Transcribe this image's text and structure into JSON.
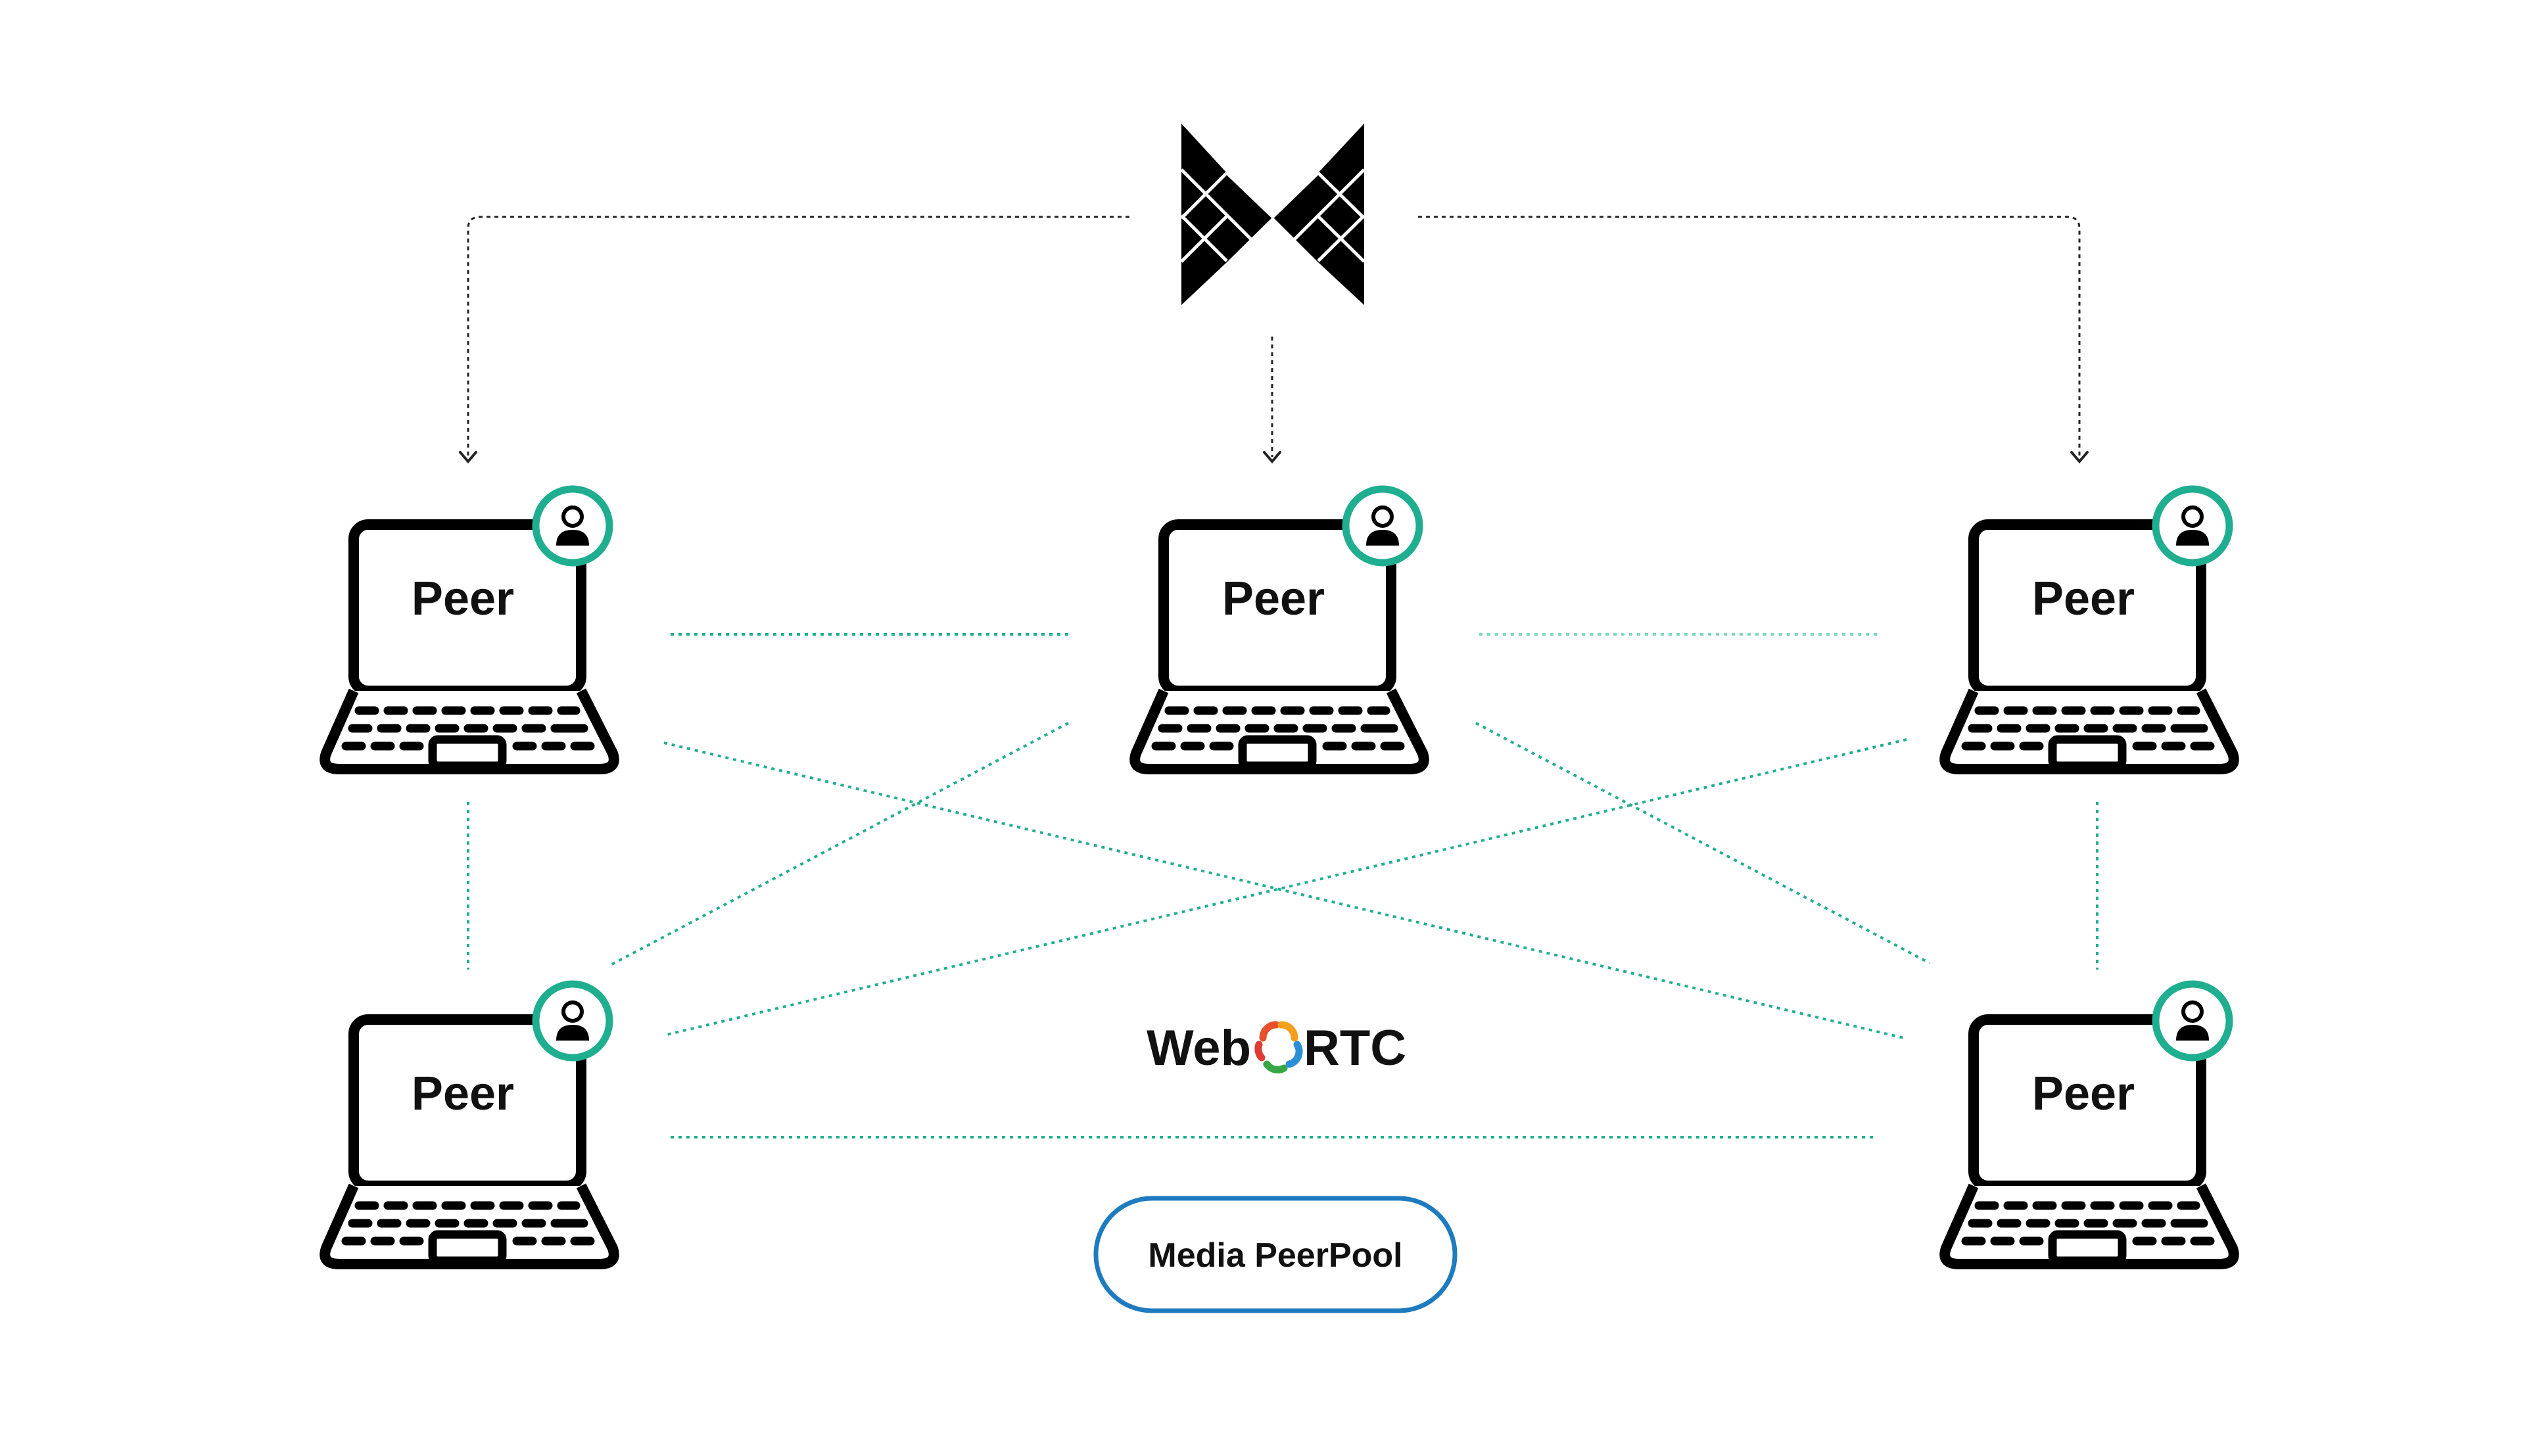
{
  "diagram": {
    "logo_icon": "m-logo-icon",
    "peers": [
      {
        "label": "Peer",
        "icon": "user-icon"
      },
      {
        "label": "Peer",
        "icon": "user-icon"
      },
      {
        "label": "Peer",
        "icon": "user-icon"
      },
      {
        "label": "Peer",
        "icon": "user-icon"
      },
      {
        "label": "Peer",
        "icon": "user-icon"
      }
    ],
    "webrtc": {
      "left": "Web",
      "right": "RTC",
      "icon": "webrtc-logo-icon"
    },
    "media_pool": {
      "label": "Media PeerPool"
    },
    "colors": {
      "signaling_line": "#222222",
      "p2p_line": "#1fae8f",
      "avatar_ring": "#1fae8f",
      "pool_border": "#1e7bbf"
    }
  }
}
